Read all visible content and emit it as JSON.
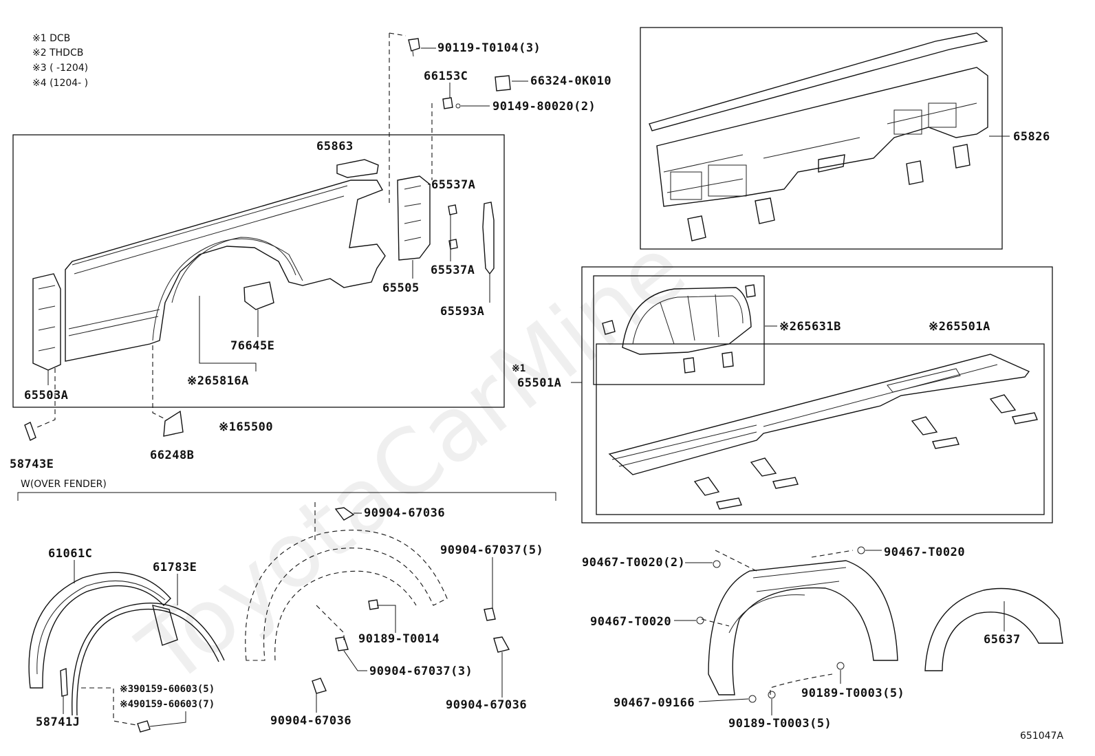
{
  "notes": {
    "n1": "※1 DCB",
    "n2": "※2 THDCB",
    "n3": "※3 (     -1204)",
    "n4": "※4 (1204-     )"
  },
  "watermark": "ToyotaCarMine",
  "figure_code": "651047A",
  "over_fender_title": "W(OVER FENDER)",
  "labels": {
    "p90119": "90119-T0104(3)",
    "p66153C": "66153C",
    "p66324": "66324-0K010",
    "p90149": "90149-80020(2)",
    "p65863": "65863",
    "p65537A_1": "65537A",
    "p65537A_2": "65537A",
    "p65505": "65505",
    "p65593A": "65593A",
    "p76645E": "76645E",
    "p65816A": "※265816A",
    "p65503A": "65503A",
    "p65500": "※165500",
    "p58743E": "58743E",
    "p66248B": "66248B",
    "p65826": "65826",
    "p65631B": "※265631B",
    "p65501A_2": "※265501A",
    "p65501A_1a": "※1",
    "p65501A_1b": "65501A",
    "p61061C": "61061C",
    "p61783E": "61783E",
    "p58741J": "58741J",
    "p90159_3": "※390159-60603(5)",
    "p90159_4": "※490159-60603(7)",
    "p90904_67036_a": "90904-67036",
    "p90904_67037_5": "90904-67037(5)",
    "p90189_T0014": "90189-T0014",
    "p90904_67037_3": "90904-67037(3)",
    "p90904_67036_b": "90904-67036",
    "p90904_67036_c": "90904-67036",
    "p90467_T0020_2": "90467-T0020(2)",
    "p90467_T0020_a": "90467-T0020",
    "p90467_T0020_b": "90467-T0020",
    "p65637": "65637",
    "p90189_T0003_a": "90189-T0003(5)",
    "p90467_09166": "90467-09166",
    "p90189_T0003_b": "90189-T0003(5)"
  }
}
